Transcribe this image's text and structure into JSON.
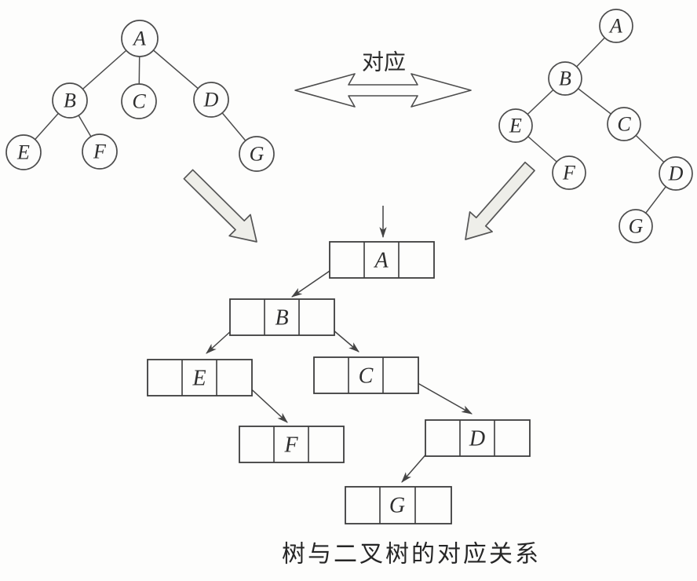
{
  "figure": {
    "caption": "树与二叉树的对应关系",
    "correspondence_label": "对应"
  },
  "left_tree": {
    "type": "general-tree",
    "nodes": [
      {
        "id": "A",
        "label": "A"
      },
      {
        "id": "B",
        "label": "B"
      },
      {
        "id": "C",
        "label": "C"
      },
      {
        "id": "D",
        "label": "D"
      },
      {
        "id": "E",
        "label": "E"
      },
      {
        "id": "F",
        "label": "F"
      },
      {
        "id": "G",
        "label": "G"
      }
    ],
    "edges": [
      "A-B",
      "A-C",
      "A-D",
      "B-E",
      "B-F",
      "D-G"
    ]
  },
  "right_tree": {
    "type": "binary-tree",
    "nodes": [
      {
        "id": "A",
        "label": "A"
      },
      {
        "id": "B",
        "label": "B"
      },
      {
        "id": "E",
        "label": "E"
      },
      {
        "id": "C",
        "label": "C"
      },
      {
        "id": "F",
        "label": "F"
      },
      {
        "id": "D",
        "label": "D"
      },
      {
        "id": "G",
        "label": "G"
      }
    ],
    "edges": [
      "A-B",
      "B-E",
      "B-C",
      "E-F",
      "C-D",
      "D-G"
    ]
  },
  "linked_list": {
    "description": "binary linked storage nodes: left-pointer | data | right-pointer",
    "nodes": [
      {
        "label": "A"
      },
      {
        "label": "B"
      },
      {
        "label": "E"
      },
      {
        "label": "C"
      },
      {
        "label": "F"
      },
      {
        "label": "D"
      },
      {
        "label": "G"
      }
    ],
    "pointers": [
      "A→B",
      "B→E",
      "B→C",
      "E→F",
      "C→D",
      "D→G"
    ]
  },
  "colors": {
    "line": "#4d4d4d",
    "paper": "#fdfdfc",
    "block_arrow_fill": "#eeeee9",
    "text": "#2e2e2e"
  }
}
